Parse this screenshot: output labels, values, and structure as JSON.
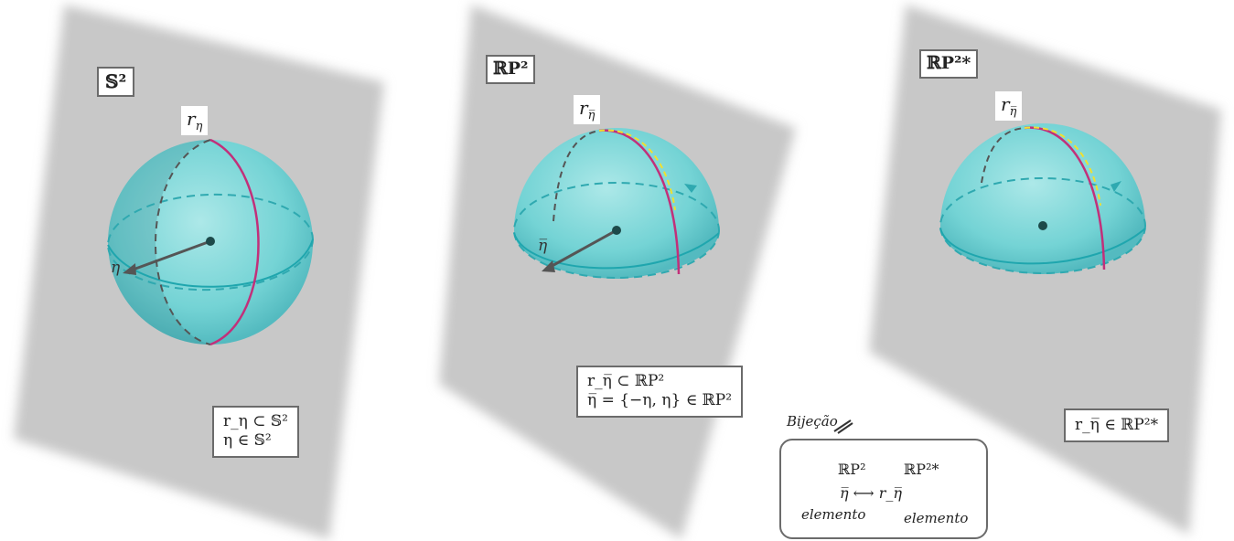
{
  "panels": [
    {
      "space_label": "𝕊²",
      "curve_label": "r",
      "curve_sub": "η",
      "vector_label": "η",
      "caption": [
        "r_η ⊂ 𝕊²",
        "η ∈ 𝕊²"
      ]
    },
    {
      "space_label": "ℝP²",
      "curve_label": "r",
      "curve_sub": "η̅",
      "vector_label": "η̅",
      "caption": [
        "r_η̅ ⊂ ℝP²",
        "η̅ = {−η, η} ∈ ℝP²"
      ]
    },
    {
      "space_label": "ℝP²*",
      "curve_label": "r",
      "curve_sub": "η̅",
      "caption": [
        "r_η̅ ∈ ℝP²*"
      ]
    }
  ],
  "bijection": {
    "title": "Bijeção",
    "left_space": "ℝP²",
    "right_space": "ℝP²*",
    "map": "η̅ ⟷ r_η̅",
    "left_kind": "elemento",
    "right_kind": "elemento"
  },
  "colors": {
    "plane": "#c8c8c8",
    "sphere": "#5fd6d8",
    "curve": "#c2307a",
    "curve_highlight": "#f0e030"
  }
}
